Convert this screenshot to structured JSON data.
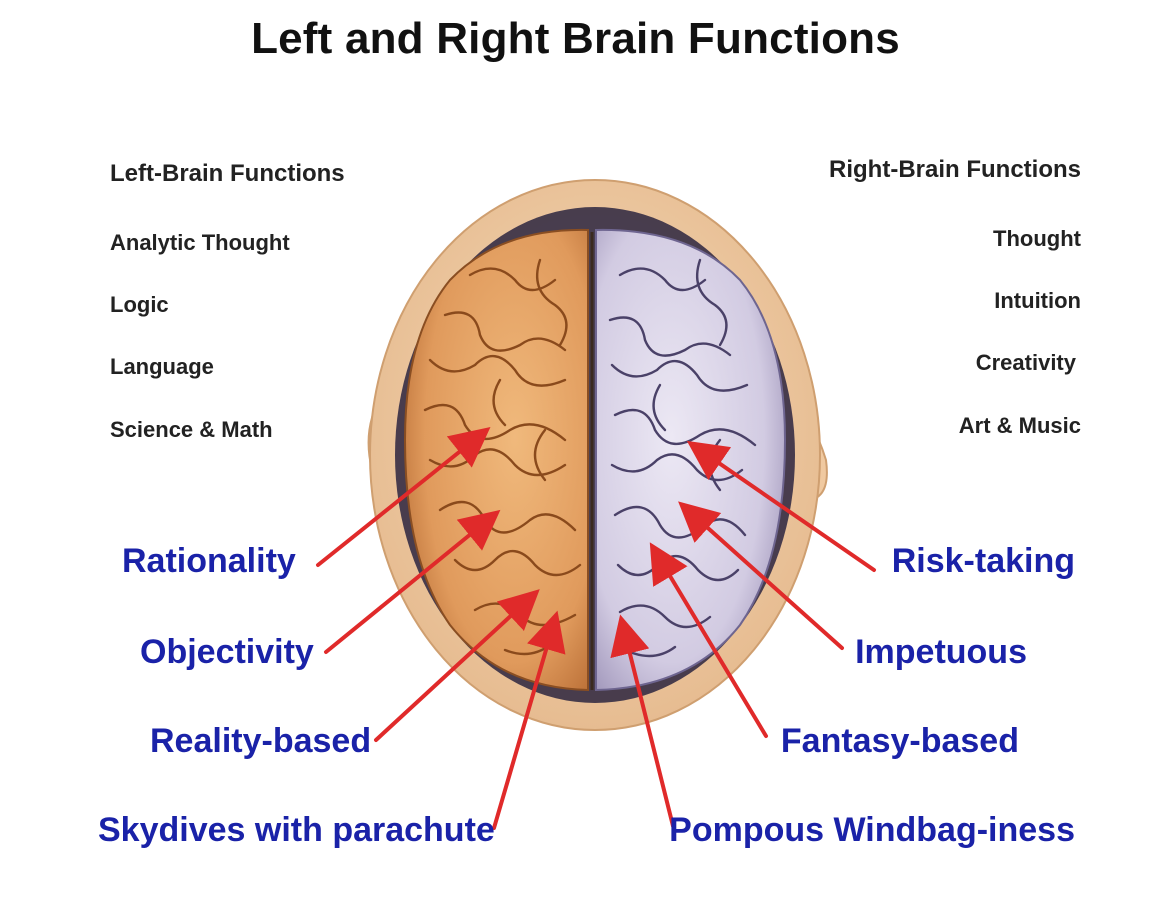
{
  "title": "Left and Right Brain Functions",
  "left": {
    "heading": "Left-Brain Functions",
    "items": [
      "Analytic Thought",
      "Logic",
      "Language",
      "Science & Math"
    ],
    "traits": [
      "Rationality",
      "Objectivity",
      "Reality-based",
      "Skydives with parachute"
    ]
  },
  "right": {
    "heading": "Right-Brain Functions",
    "items": [
      "Thought",
      "Intuition",
      "Creativity",
      "Art & Music"
    ],
    "traits": [
      "Risk-taking",
      "Impetuous",
      "Fantasy-based",
      "Pompous Windbag-iness"
    ]
  },
  "colors": {
    "trait_text": "#1a22a8",
    "arrow": "#e02a2a",
    "left_hemisphere": "#e3a265",
    "right_hemisphere": "#d8d2e6",
    "skin": "#f2cfa6"
  }
}
